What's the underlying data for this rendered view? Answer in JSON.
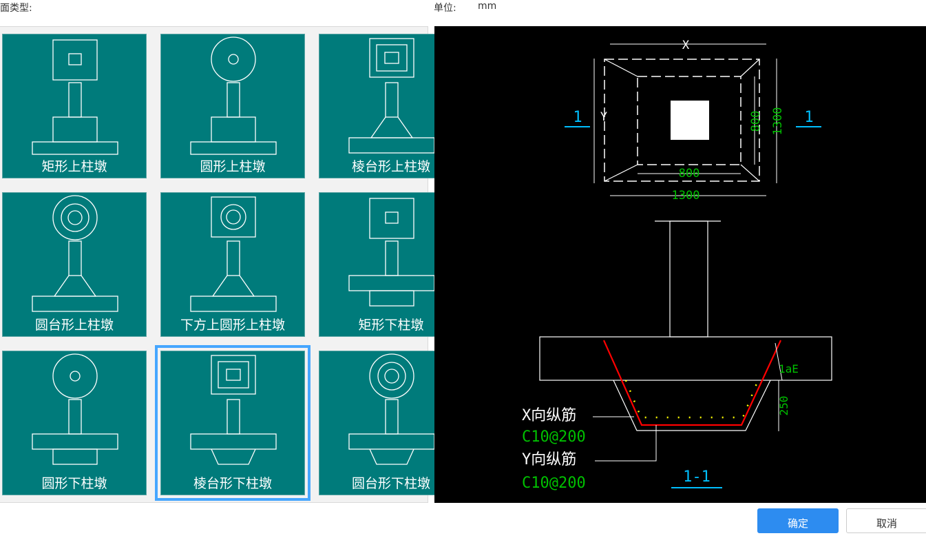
{
  "header": {
    "type_label": "截面类型:",
    "unit_label": "单位:",
    "unit_value": "mm"
  },
  "tiles": [
    {
      "label": "矩形上柱墩",
      "top": "rect",
      "base": "block"
    },
    {
      "label": "圆形上柱墩",
      "top": "circle",
      "base": "block"
    },
    {
      "label": "棱台形上柱墩",
      "top": "frustum-rect",
      "base": "trapezoid"
    },
    {
      "label": "圆台形上柱墩",
      "top": "double-circle",
      "base": "trapezoid"
    },
    {
      "label": "下方上圆形上柱墩",
      "top": "square-circle",
      "base": "trapezoid"
    },
    {
      "label": "矩形下柱墩",
      "top": "rect",
      "base": "below-block"
    },
    {
      "label": "圆形下柱墩",
      "top": "circle",
      "base": "below-block"
    },
    {
      "label": "棱台形下柱墩",
      "top": "frustum-rect",
      "base": "below-trapezoid"
    },
    {
      "label": "圆台形下柱墩",
      "top": "double-circle",
      "base": "below-trapezoid"
    }
  ],
  "selected_index": 7,
  "preview": {
    "dim_x": "X",
    "dim_y": "Y",
    "inner_w": "800",
    "outer_w": "1300",
    "inner_h": "800",
    "outer_h": "1300",
    "section_mark": "1",
    "anchor_label": "1aE",
    "depth": "250",
    "x_bar_label": "X向纵筋",
    "x_bar_spec": "C10@200",
    "y_bar_label": "Y向纵筋",
    "y_bar_spec": "C10@200",
    "section_title": "1-1"
  },
  "colors": {
    "tile_bg": "#007b7b",
    "selected_border": "#46a6ff",
    "primary": "#2d8cf0",
    "cad_green": "#00c000",
    "cad_cyan": "#00bfff",
    "rebar_red": "#ff0000",
    "rebar_dot": "#ffff00"
  },
  "buttons": {
    "ok": "确定",
    "cancel": "取消"
  }
}
